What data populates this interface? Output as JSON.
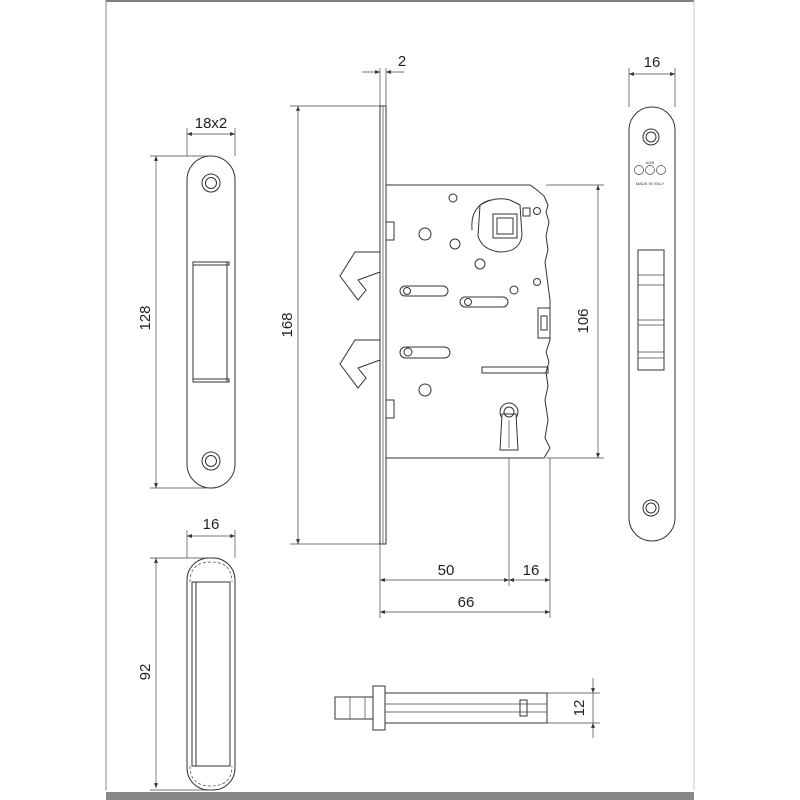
{
  "dimensions": {
    "strike_width": "18x2",
    "strike_height": "128",
    "faceplate_thickness": "2",
    "faceplate_height": "168",
    "case_height": "106",
    "backset": "50",
    "face_offset": "16",
    "case_depth": "66",
    "faceplate_width": "16",
    "cover_width": "16",
    "cover_height": "92",
    "bolt_height": "12"
  },
  "faceplate": {
    "maker_mark": "AGB",
    "origin_text": "MADE IN ITALY"
  }
}
